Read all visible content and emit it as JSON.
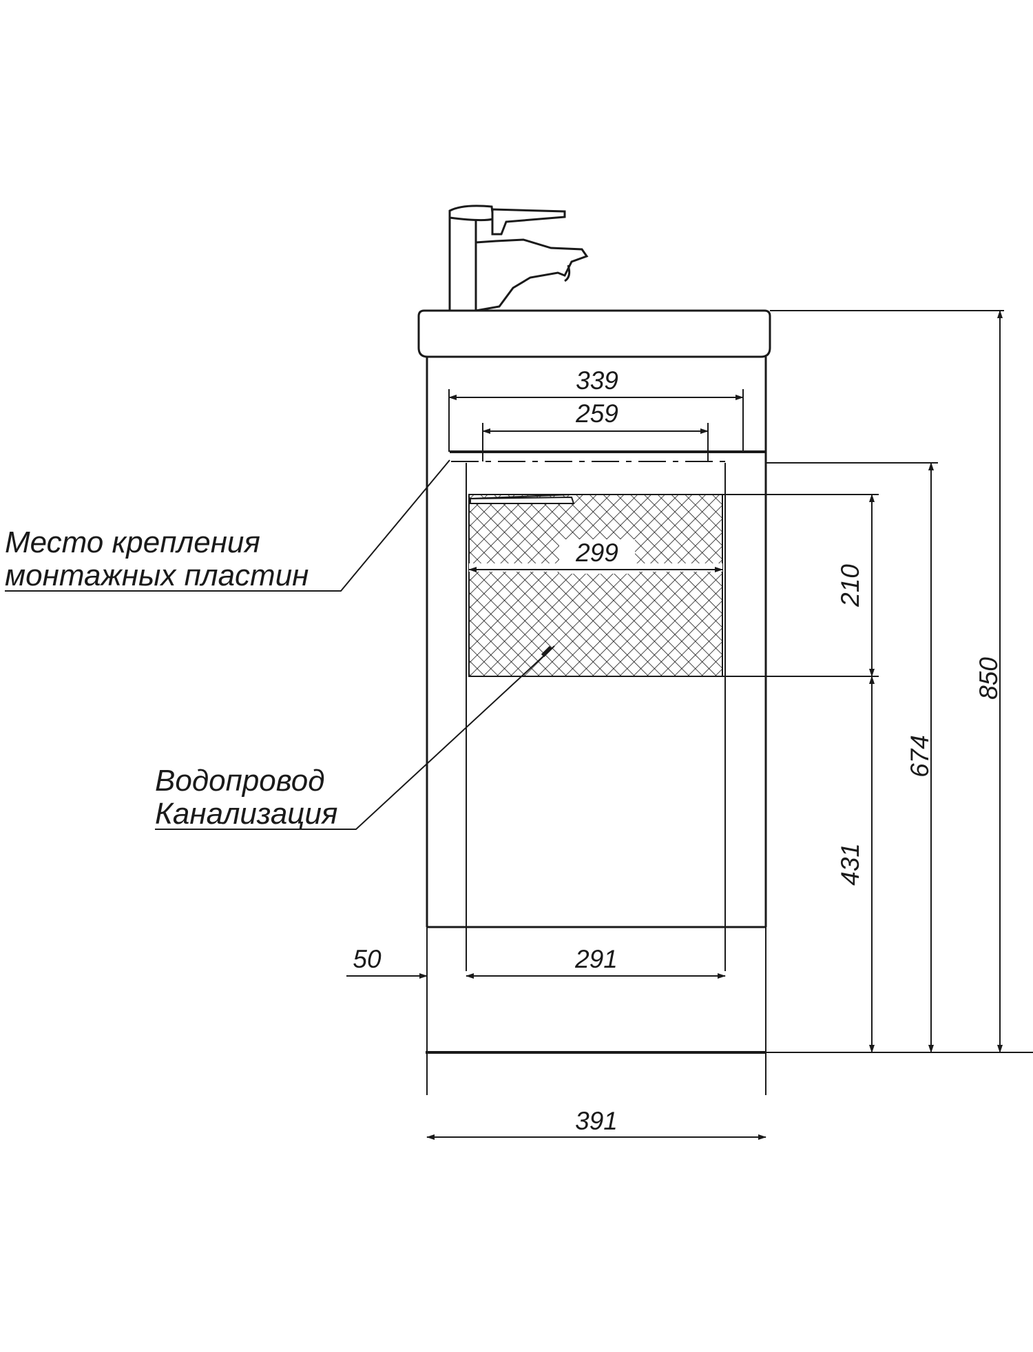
{
  "dimensions": {
    "sink_mount_width": "339",
    "inner_plate_width": "259",
    "zone_width": "299",
    "zone_height": "210",
    "lower_height": "431",
    "mount_height": "674",
    "total_height": "850",
    "offset": "50",
    "bottom_span": "291",
    "overall_width": "391"
  },
  "labels": {
    "mount_line1": "Место крепления",
    "mount_line2": "монтажных пластин",
    "pipes_line1": "Водопровод",
    "pipes_line2": "Канализация"
  },
  "colors": {
    "line": "#1a1a1a",
    "background": "#ffffff"
  }
}
